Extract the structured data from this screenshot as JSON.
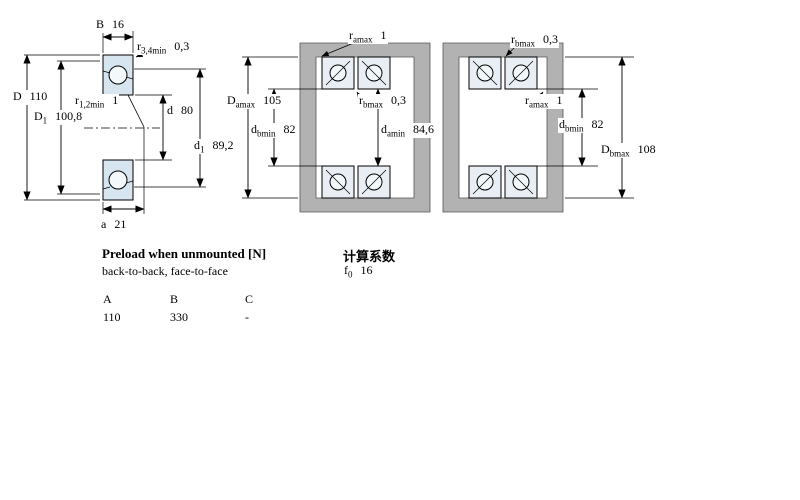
{
  "colors": {
    "bearing_fill": "#d7e5f0",
    "ball_fill": "#f3f8fb",
    "steel_fill": "#b2b2b2",
    "line": "#000000"
  },
  "left_diagram": {
    "labels": {
      "B": {
        "base": "B",
        "sub": "",
        "value": "16"
      },
      "r34": {
        "base": "r",
        "sub": "3,4min",
        "value": "0,3"
      },
      "D": {
        "base": "D",
        "sub": "",
        "value": "110"
      },
      "D1": {
        "base": "D",
        "sub": "1",
        "value": "100,8"
      },
      "r12": {
        "base": "r",
        "sub": "1,2min",
        "value": "1"
      },
      "d": {
        "base": "d",
        "sub": "",
        "value": "80"
      },
      "d1": {
        "base": "d",
        "sub": "1",
        "value": "89,2"
      },
      "a": {
        "base": "a",
        "sub": "",
        "value": "21"
      }
    }
  },
  "middle_diagram": {
    "labels": {
      "ramax": {
        "base": "r",
        "sub": "amax",
        "value": "1"
      },
      "Damax": {
        "base": "D",
        "sub": "amax",
        "value": "105"
      },
      "rbmax": {
        "base": "r",
        "sub": "bmax",
        "value": "0,3"
      },
      "dbmin": {
        "base": "d",
        "sub": "bmin",
        "value": "82"
      },
      "damin": {
        "base": "d",
        "sub": "amin",
        "value": "84,6"
      }
    }
  },
  "right_diagram": {
    "labels": {
      "rbmax": {
        "base": "r",
        "sub": "bmax",
        "value": "0,3"
      },
      "ramax": {
        "base": "r",
        "sub": "amax",
        "value": "1"
      },
      "dbmin": {
        "base": "d",
        "sub": "bmin",
        "value": "82"
      },
      "Dbmax": {
        "base": "D",
        "sub": "bmax",
        "value": "108"
      }
    }
  },
  "preload_table": {
    "title": "Preload when unmounted [N]",
    "subtitle": "back-to-back, face-to-face",
    "columns": [
      "A",
      "B",
      "C"
    ],
    "values": [
      "110",
      "330",
      "-"
    ]
  },
  "calc_factors": {
    "title": "计算系数",
    "f0": {
      "base": "f",
      "sub": "0",
      "value": "16"
    }
  }
}
